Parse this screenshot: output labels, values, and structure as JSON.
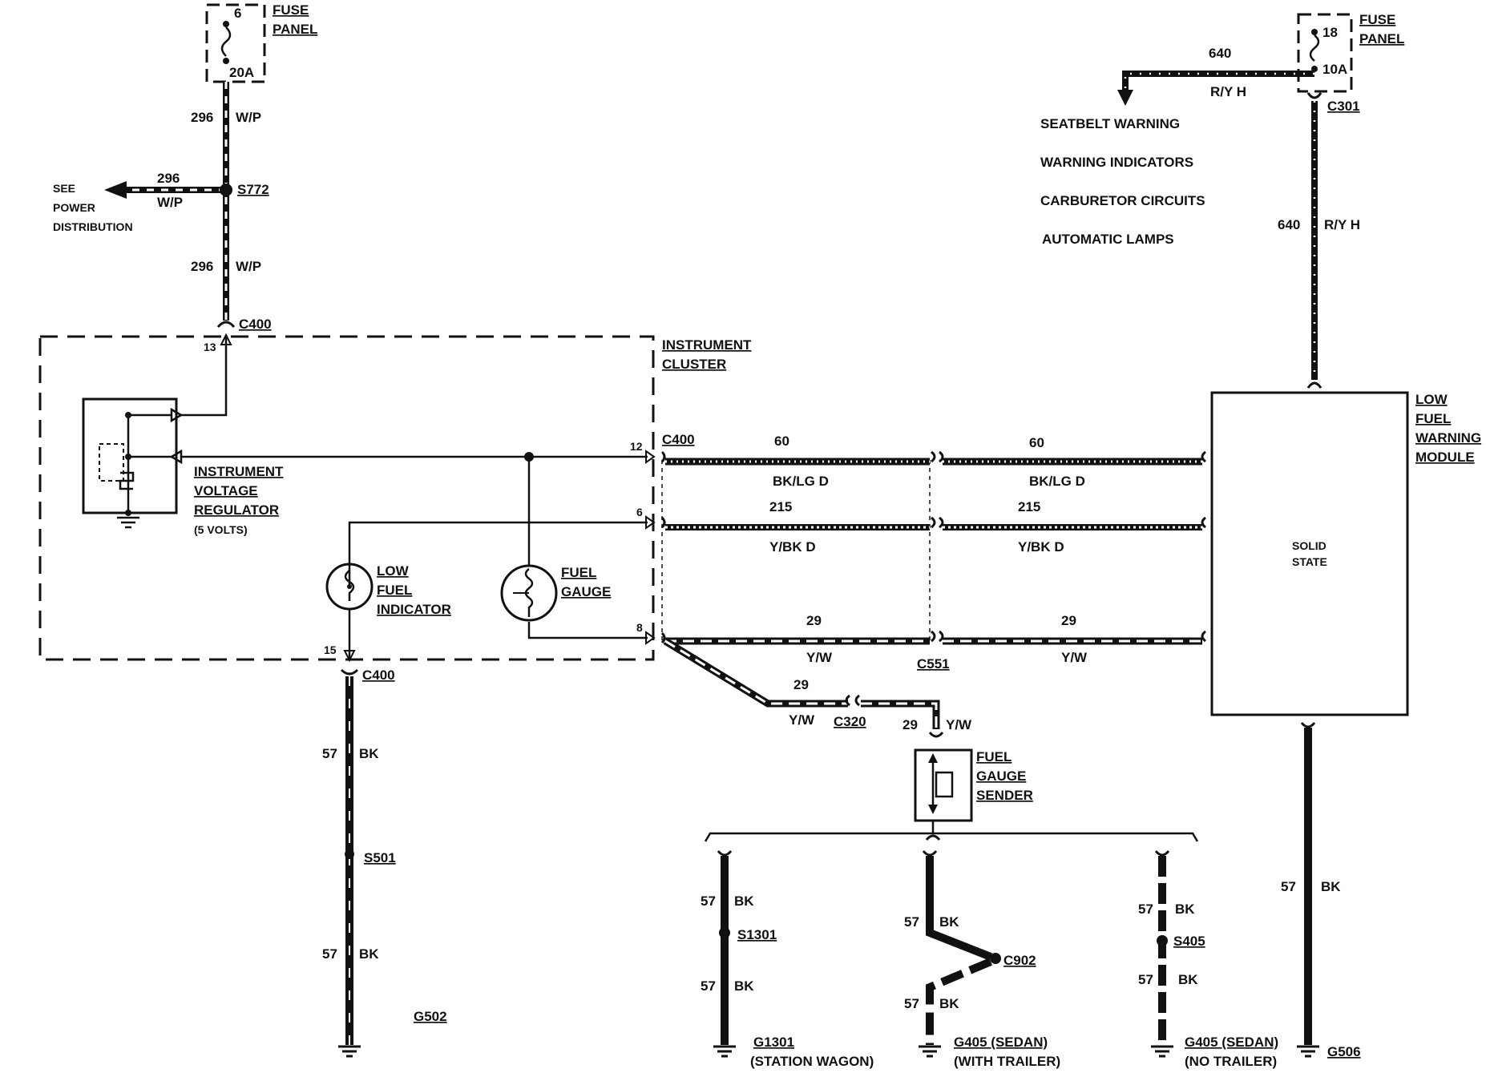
{
  "labels": {
    "fuse_panel_left": [
      "FUSE",
      "PANEL"
    ],
    "fuse_left_num": "6",
    "fuse_left_amp": "20A",
    "fuse_panel_right": [
      "FUSE",
      "PANEL"
    ],
    "fuse_right_num": "18",
    "fuse_right_amp": "10A",
    "w296_a": "296",
    "wp_a": "W/P",
    "w296_b": "296",
    "wp_b": "W/P",
    "w296_c": "296",
    "wp_c": "W/P",
    "s772": "S772",
    "see_power": [
      "SEE",
      "POWER",
      "DISTRIBUTION"
    ],
    "c400_top": "C400",
    "pin13": "13",
    "instrument_cluster": [
      "INSTRUMENT",
      "CLUSTER"
    ],
    "ivr": [
      "INSTRUMENT",
      "VOLTAGE",
      "REGULATOR"
    ],
    "ivr_volts": "(5 VOLTS)",
    "low_fuel_indicator": [
      "LOW",
      "FUEL",
      "INDICATOR"
    ],
    "fuel_gauge": [
      "FUEL",
      "GAUGE"
    ],
    "pin12": "12",
    "pin6": "6",
    "pin8": "8",
    "pin15": "15",
    "c400_mid": "C400",
    "c400_bot": "C400",
    "w60_a": "60",
    "w60_b": "60",
    "bklg_a": "BK/LG D",
    "bklg_b": "BK/LG D",
    "w215_a": "215",
    "w215_b": "215",
    "ybk_a": "Y/BK D",
    "ybk_b": "Y/BK D",
    "w29_a": "29",
    "w29_b": "29",
    "w29_c": "29",
    "w29_d": "29",
    "yw_a": "Y/W",
    "yw_b": "Y/W",
    "yw_c": "Y/W",
    "yw_d": "Y/W",
    "c551": "C551",
    "c320": "C320",
    "fuel_gauge_sender": [
      "FUEL",
      "GAUGE",
      "SENDER"
    ],
    "w640_a": "640",
    "ryh_a": "R/Y H",
    "w640_b": "640",
    "ryh_b": "R/Y H",
    "c301": "C301",
    "seatbelt": "SEATBELT WARNING",
    "warning_ind": "WARNING INDICATORS",
    "carb": "CARBURETOR CIRCUITS",
    "auto_lamps": "AUTOMATIC LAMPS",
    "lfwm": [
      "LOW",
      "FUEL",
      "WARNING",
      "MODULE"
    ],
    "solid_state": [
      "SOLID",
      "STATE"
    ],
    "w57_a": "57",
    "bk_a": "BK",
    "w57_b": "57",
    "bk_b": "BK",
    "s501": "S501",
    "g502": "G502",
    "w57_c": "57",
    "bk_c": "BK",
    "s1301": "S1301",
    "w57_d": "57",
    "bk_d": "BK",
    "g1301": "G1301",
    "station_wagon": "(STATION WAGON)",
    "w57_e": "57",
    "bk_e": "BK",
    "c902": "C902",
    "w57_f": "57",
    "bk_f": "BK",
    "g405_sedan_a": "G405 (SEDAN)",
    "with_trailer": "(WITH TRAILER)",
    "w57_g": "57",
    "bk_g": "BK",
    "s405": "S405",
    "w57_h": "57",
    "bk_h": "BK",
    "g405_sedan_b": "G405 (SEDAN)",
    "no_trailer": "(NO TRAILER)",
    "w57_i": "57",
    "bk_i": "BK",
    "g506": "G506"
  }
}
